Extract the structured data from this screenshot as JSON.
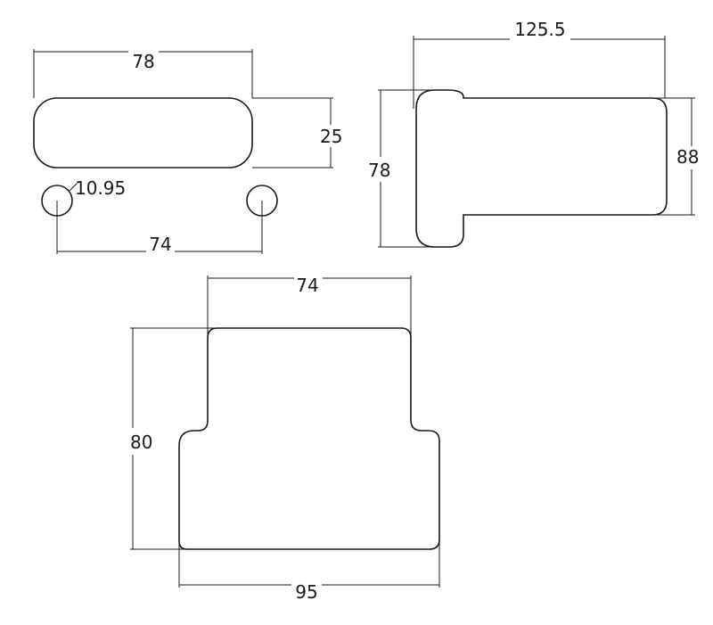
{
  "front_view": {
    "width_label": "78",
    "height_label": "25",
    "hole_diameter_label": "10.95",
    "hole_spacing_label": "74"
  },
  "side_view": {
    "length_label": "125.5",
    "left_height_label": "78",
    "right_height_label": "88"
  },
  "bottom_view": {
    "top_width_label": "74",
    "height_label": "80",
    "bottom_width_label": "95"
  },
  "colors": {
    "line": "#1a1a1a",
    "background": "#ffffff"
  }
}
